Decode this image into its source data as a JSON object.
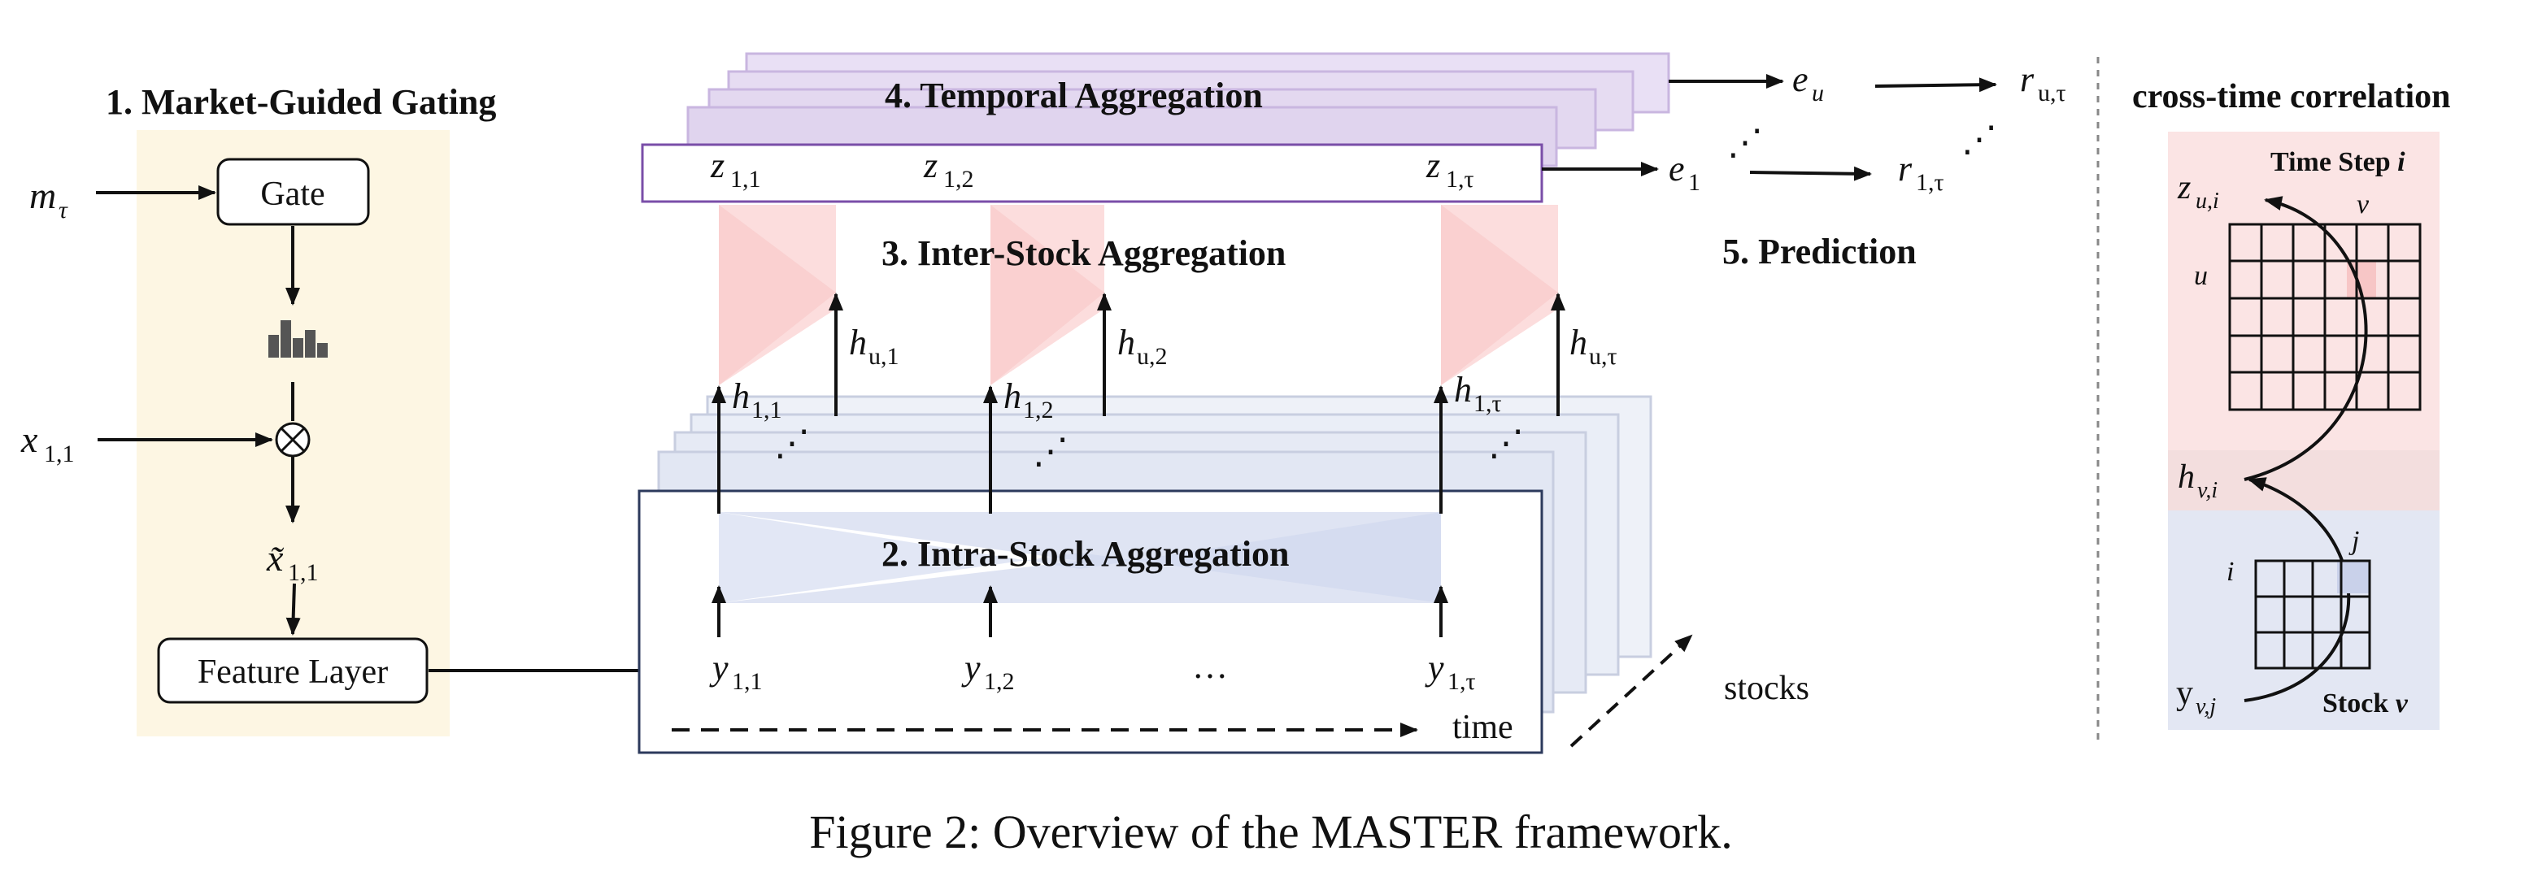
{
  "figure": {
    "caption": "Figure 2: Overview of the MASTER framework."
  },
  "gating": {
    "title": "1. Market-Guided Gating",
    "input_m": "m",
    "input_m_sub": "τ",
    "gate_label": "Gate",
    "input_x": "x",
    "input_x_sub": "1,1",
    "output_x": "x̃",
    "output_x_sub": "1,1",
    "feature_layer_label": "Feature Layer",
    "multiply_symbol": "⊗"
  },
  "intra": {
    "title": "2. Intra-Stock Aggregation",
    "y_labels": [
      {
        "main": "y",
        "sub": "1,1"
      },
      {
        "main": "y",
        "sub": "1,2"
      },
      {
        "main": "y",
        "sub": "1,τ"
      }
    ],
    "ellipsis": "…",
    "time_label": "time",
    "stocks_label": "stocks"
  },
  "inter": {
    "title": "3. Inter-Stock Aggregation",
    "h_left": [
      {
        "main": "h",
        "sub": "1,1"
      },
      {
        "main": "h",
        "sub": "1,2"
      },
      {
        "main": "h",
        "sub": "1,τ"
      }
    ],
    "h_right": [
      {
        "main": "h",
        "sub": "u,1"
      },
      {
        "main": "h",
        "sub": "u,2"
      },
      {
        "main": "h",
        "sub": "u,τ"
      }
    ],
    "dots": "⋰"
  },
  "temporal": {
    "title": "4. Temporal Aggregation",
    "z_labels": [
      {
        "main": "z",
        "sub": "1,1"
      },
      {
        "main": "z",
        "sub": "1,2"
      },
      {
        "main": "z",
        "sub": "1,τ"
      }
    ]
  },
  "prediction": {
    "title": "5. Prediction",
    "e_u": {
      "main": "e",
      "sub": "u"
    },
    "e_1": {
      "main": "e",
      "sub": "1"
    },
    "r_u": {
      "main": "r",
      "sub": "u,τ"
    },
    "r_1": {
      "main": "r",
      "sub": "1,τ"
    },
    "dots": "⋰"
  },
  "correlation": {
    "title": "cross-time correlation",
    "time_step_label": "Time Step ",
    "time_step_var": "i",
    "z_label": {
      "main": "z",
      "sub": "u,i"
    },
    "v_label": "v",
    "u_label": "u",
    "h_label": {
      "main": "h",
      "sub": "v,i"
    },
    "i_label": "i",
    "j_label": "j",
    "y_label": {
      "main": "y",
      "sub": "v,j"
    },
    "stock_label": "Stock ",
    "stock_var": "v"
  },
  "colors": {
    "gating_bg": "#fdf6e3",
    "intra_fill": "#dde3f2",
    "inter_pink": "#fbd7d7",
    "temporal_fill": "#e6dcf2",
    "temporal_border": "#7a4ea8",
    "corr_pink": "#fbe4e4",
    "corr_blue": "#e3e7f3",
    "corr_band": "#f3dede",
    "highlight_cell": "#f7c6c6",
    "navy_border": "#2c3a5c"
  }
}
